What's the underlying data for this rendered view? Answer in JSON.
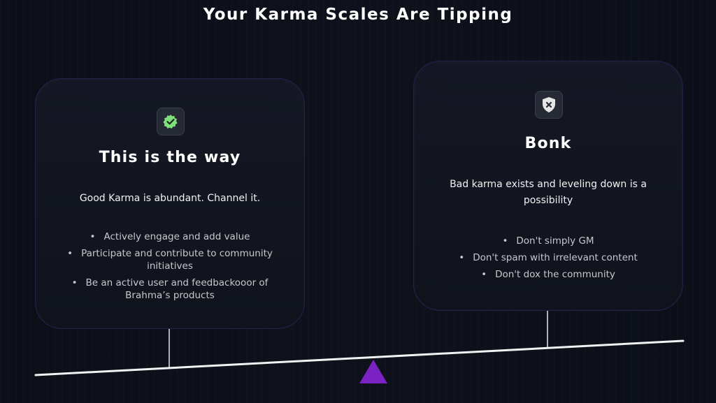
{
  "page": {
    "title": "Your Karma Scales Are Tipping"
  },
  "good_card": {
    "icon": "check-badge-icon",
    "title": "This is the way",
    "subtitle": "Good Karma is abundant. Channel it.",
    "items": [
      "Actively engage and add value",
      "Participate and contribute to community initiatives",
      "Be an active user and feedbackooor of Brahma’s products"
    ]
  },
  "bad_card": {
    "icon": "shield-x-icon",
    "title": "Bonk",
    "subtitle": "Bad karma exists and leveling down is a possibility",
    "items": [
      "Don't simply GM",
      "Don't spam with irrelevant content",
      "Don't dox the community"
    ]
  },
  "colors": {
    "accent": "#7b22c4",
    "good": "#7ee07a",
    "background": "#0e111b"
  }
}
